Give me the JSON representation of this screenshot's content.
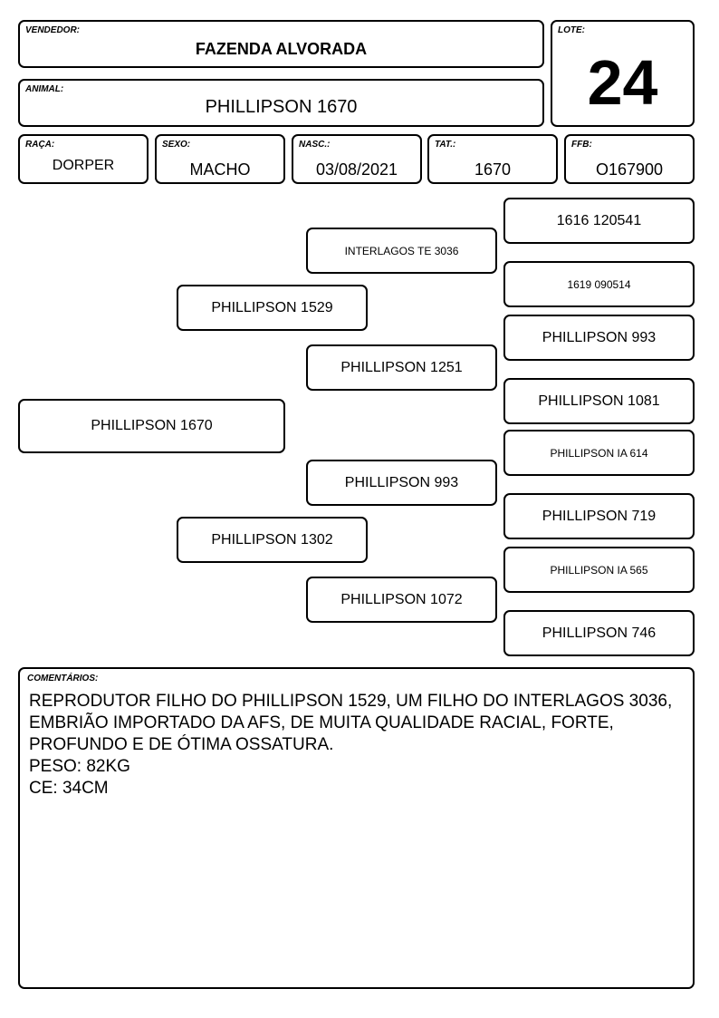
{
  "header": {
    "vendedor_label": "VENDEDOR:",
    "vendedor_value": "FAZENDA ALVORADA",
    "animal_label": "ANIMAL:",
    "animal_value": "PHILLIPSON 1670",
    "lote_label": "LOTE:",
    "lote_value": "24"
  },
  "fields": {
    "raca_label": "RAÇA:",
    "raca_value": "DORPER",
    "sexo_label": "SEXO:",
    "sexo_value": "MACHO",
    "nasc_label": "NASC.:",
    "nasc_value": "03/08/2021",
    "tat_label": "TAT.:",
    "tat_value": "1670",
    "ffb_label": "FFB:",
    "ffb_value": "O167900"
  },
  "pedigree": {
    "animal": "PHILLIPSON 1670",
    "sire": "PHILLIPSON 1529",
    "dam": "PHILLIPSON 1302",
    "sire_sire": "INTERLAGOS TE 3036",
    "sire_dam": "PHILLIPSON 1251",
    "dam_sire": "PHILLIPSON 993",
    "dam_dam": "PHILLIPSON 1072",
    "gg1": "1616 120541",
    "gg2": "1619 090514",
    "gg3": "PHILLIPSON 993",
    "gg4": "PHILLIPSON 1081",
    "gg5": "PHILLIPSON IA 614",
    "gg6": "PHILLIPSON 719",
    "gg7": "PHILLIPSON IA 565",
    "gg8": "PHILLIPSON 746"
  },
  "comments": {
    "label": "COMENTÁRIOS:",
    "text": "REPRODUTOR FILHO DO PHILLIPSON 1529, UM FILHO DO INTERLAGOS 3036, EMBRIÃO IMPORTADO DA AFS, DE MUITA QUALIDADE RACIAL, FORTE, PROFUNDO E DE ÓTIMA OSSATURA.\nPESO: 82KG\nCE: 34CM"
  }
}
